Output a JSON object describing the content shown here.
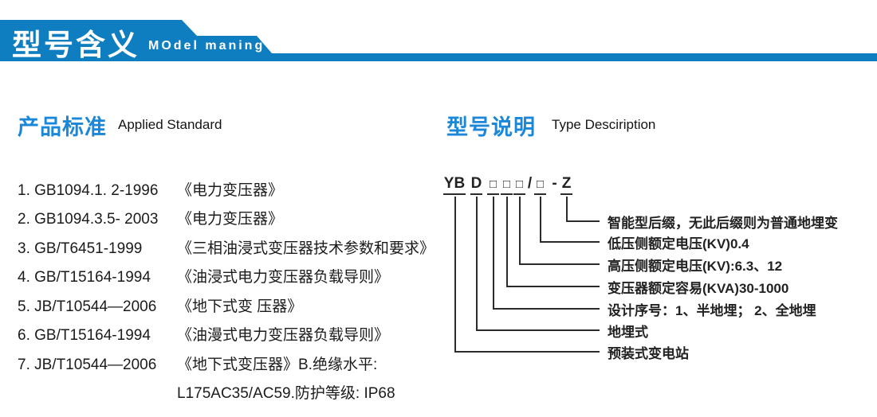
{
  "colors": {
    "banner_blue": "#0f7ec1",
    "heading_blue": "#1b87d8",
    "line_dark": "#2b2b2b"
  },
  "header": {
    "title_cn": "型号含义",
    "title_en": "MOdel maning"
  },
  "standards": {
    "heading_cn": "产品标准",
    "heading_en": "Applied Standard",
    "items": [
      {
        "code": "1. GB1094.1. 2-1996",
        "title": "《电力变压器》"
      },
      {
        "code": "2. GB1094.3.5- 2003",
        "title": "《电力变压器》"
      },
      {
        "code": "3. GB/T6451-1999",
        "title": "《三相油浸式变压器技术参数和要求》"
      },
      {
        "code": "4. GB/T15164-1994",
        "title": "《油浸式电力变压器负载导则》"
      },
      {
        "code": "5. JB/T10544—2006",
        "title": "《地下式变 压器》"
      },
      {
        "code": "6. GB/T15164-1994",
        "title": "《油漫式电力变压器负载导则》"
      },
      {
        "code": "7. JB/T10544—2006",
        "title": "《地下式变压器》B.绝缘水平:"
      }
    ],
    "continuation": "L175AC35/AC59.防护等级: IP68"
  },
  "type_desc": {
    "heading_cn": "型号说明",
    "heading_en": "Type Desciription",
    "code_segments": [
      {
        "text": "YB"
      },
      {
        "text": "D"
      },
      {
        "text": "□"
      },
      {
        "text": "□"
      },
      {
        "text": "□"
      },
      {
        "text": "/"
      },
      {
        "text": "□"
      },
      {
        "text": "-"
      },
      {
        "text": "Z"
      }
    ],
    "branches": [
      {
        "label": "智能型后缀，无此后缀则为普通地埋变"
      },
      {
        "label": "低压侧额定电压(KV)0.4"
      },
      {
        "label": "高压侧额定电压(KV):6.3、12"
      },
      {
        "label": "变压器额定容易(KVA)30-1000"
      },
      {
        "label": "设计序号：1、半地埋； 2、全地埋"
      },
      {
        "label": "地埋式"
      },
      {
        "label": "预装式变电站"
      }
    ]
  }
}
